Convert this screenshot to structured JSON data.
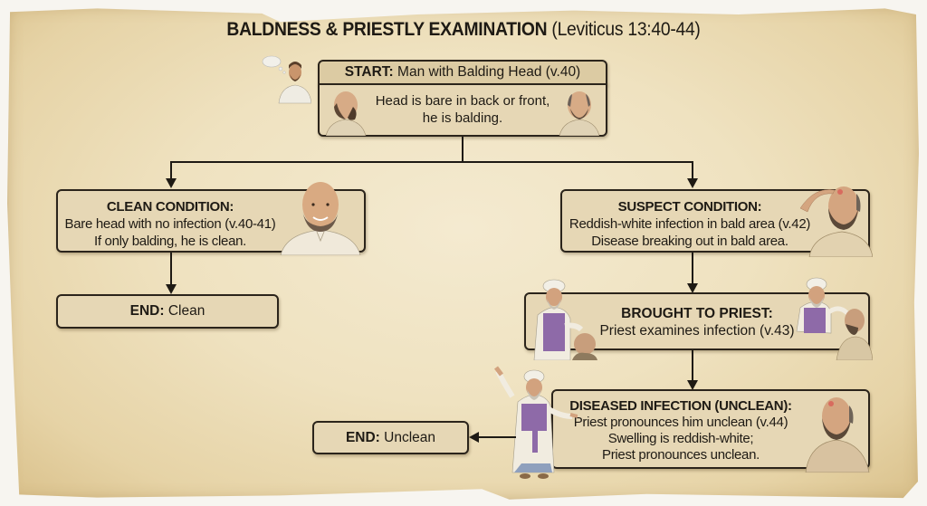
{
  "title": {
    "main": "BALDNESS & PRIESTLY EXAMINATION",
    "reference": "(Leviticus 13:40-44)"
  },
  "nodes": {
    "start": {
      "label_prefix": "START:",
      "label": "Man with Balding Head (v.40)",
      "line1": "Head is bare in back or front,",
      "line2": "he is balding."
    },
    "clean_condition": {
      "heading": "CLEAN CONDITION:",
      "line1": "Bare head with no infection (v.40-41)",
      "line2": "If only balding, he is clean."
    },
    "end_clean": {
      "label_prefix": "END:",
      "label": "Clean"
    },
    "suspect_condition": {
      "heading": "SUSPECT CONDITION:",
      "line1": "Reddish-white infection in bald area (v.42)",
      "line2": "Disease breaking out in bald area."
    },
    "brought_to_priest": {
      "heading": "BROUGHT TO PRIEST:",
      "line1": "Priest examines infection (v.43)"
    },
    "diseased_infection": {
      "heading": "DISEASED INFECTION (UNCLEAN):",
      "line1": "Priest pronounces him unclean (v.44)",
      "line2": "Swelling is reddish-white;",
      "line3": "Priest pronounces unclean."
    },
    "end_unclean": {
      "label_prefix": "END:",
      "label": "Unclean"
    }
  },
  "colors": {
    "parchment": "#efe2c0",
    "box_fill": "#e6d7b5",
    "box_border": "#2b241b",
    "priest_vestment": "#8e6aa8",
    "text": "#1e1a14"
  },
  "figures": [
    "thinking-man-icon",
    "balding-man-back-icon",
    "balding-man-front-icon",
    "smiling-bald-man-icon",
    "man-pointing-at-head-icon",
    "priest-examining-icon",
    "priest-examining-man-icon",
    "priest-pronouncing-icon",
    "sad-unclean-man-icon"
  ]
}
